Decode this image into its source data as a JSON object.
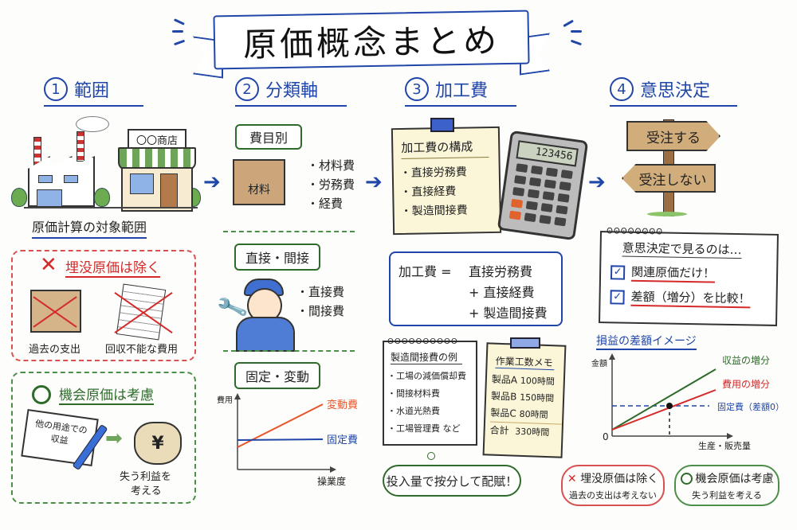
{
  "title": "原価概念まとめ",
  "sections": [
    {
      "num": "1",
      "label": "範囲"
    },
    {
      "num": "2",
      "label": "分類軸"
    },
    {
      "num": "3",
      "label": "加工費"
    },
    {
      "num": "4",
      "label": "意思決定"
    }
  ],
  "scope": {
    "shop_sign": "〇〇商店",
    "caption": "原価計算の対象範囲",
    "sunk": {
      "heading": "埋没原価は除く",
      "items": [
        "過去の支出",
        "回収不能な費用"
      ]
    },
    "opportunity": {
      "heading": "機会原価は考慮",
      "note_text": "他の用途での収益",
      "caption_line1": "失う利益を",
      "caption_line2": "考える",
      "yen": "¥"
    }
  },
  "classification": {
    "by_item": {
      "label": "費目別",
      "box_label": "材料",
      "items": [
        "材料費",
        "労務費",
        "経費"
      ]
    },
    "direct_indirect": {
      "label": "直接・間接",
      "items": [
        "直接費",
        "間接費"
      ]
    },
    "fixed_variable": {
      "label": "固定・変動",
      "ylabel": "費用",
      "xlabel": "操業度",
      "variable_label": "変動費",
      "fixed_label": "固定費"
    }
  },
  "processing": {
    "memo_title": "加工費の構成",
    "memo_items": [
      "直接労務費",
      "直接経費",
      "製造間接費"
    ],
    "calculator_display": "123456",
    "formula": {
      "lhs": "加工費 =",
      "line1": "直接労務費",
      "line2": "+ 直接経費",
      "line3": "+ 製造間接費"
    },
    "overhead_examples": {
      "title": "製造間接費の例",
      "items": [
        "工場の減価償却費",
        "間接材料費",
        "水道光熱費",
        "工場管理費 など"
      ]
    },
    "hours_memo": {
      "title": "作業工数メモ",
      "rows": [
        {
          "product": "製品A",
          "hours": "100時間"
        },
        {
          "product": "製品B",
          "hours": "150時間"
        },
        {
          "product": "製品C",
          "hours": "80時間"
        }
      ],
      "total_label": "合計",
      "total_hours": "330時間"
    },
    "allocation_bubble": "投入量で按分して配賦！"
  },
  "decision": {
    "sign_yes": "受注する",
    "sign_no": "受注しない",
    "notebook_title": "意思決定で見るのは…",
    "checks": [
      "関連原価だけ！",
      "差額（増分）を比較！"
    ],
    "chart_title": "損益の差額イメージ",
    "sunk_pill": {
      "heading": "埋没原価は除く",
      "sub": "過去の支出は考えない"
    },
    "opp_pill": {
      "heading": "機会原価は考慮",
      "sub": "失う利益を考える"
    }
  },
  "chart_data": [
    {
      "type": "line",
      "title": "固定・変動",
      "xlabel": "操業度",
      "ylabel": "費用",
      "x": [
        0,
        1
      ],
      "series": [
        {
          "name": "変動費",
          "values": [
            0.2,
            1.0
          ],
          "color": "#e8552a"
        },
        {
          "name": "固定費",
          "values": [
            0.35,
            0.35
          ],
          "color": "#1f46a8"
        }
      ]
    },
    {
      "type": "line",
      "title": "損益の差額イメージ",
      "xlabel": "生産・販売量",
      "ylabel": "金額",
      "origin_label": "0",
      "x": [
        0,
        1
      ],
      "series": [
        {
          "name": "収益の増分",
          "values": [
            0.1,
            1.0
          ],
          "color": "#2e6b2b"
        },
        {
          "name": "費用の増分",
          "values": [
            0.1,
            0.7
          ],
          "color": "#d42a2a"
        },
        {
          "name": "固定費（差額0）",
          "values": [
            0.4,
            0.4
          ],
          "color": "#1f46a8",
          "style": "dashed"
        }
      ],
      "annotations": [
        {
          "text": "intersection",
          "x": 0.5,
          "y": 0.4
        }
      ]
    }
  ],
  "colors": {
    "accent": "#1f46a8",
    "red": "#d42a2a",
    "green": "#2e6b2b",
    "orange": "#e8552a"
  }
}
